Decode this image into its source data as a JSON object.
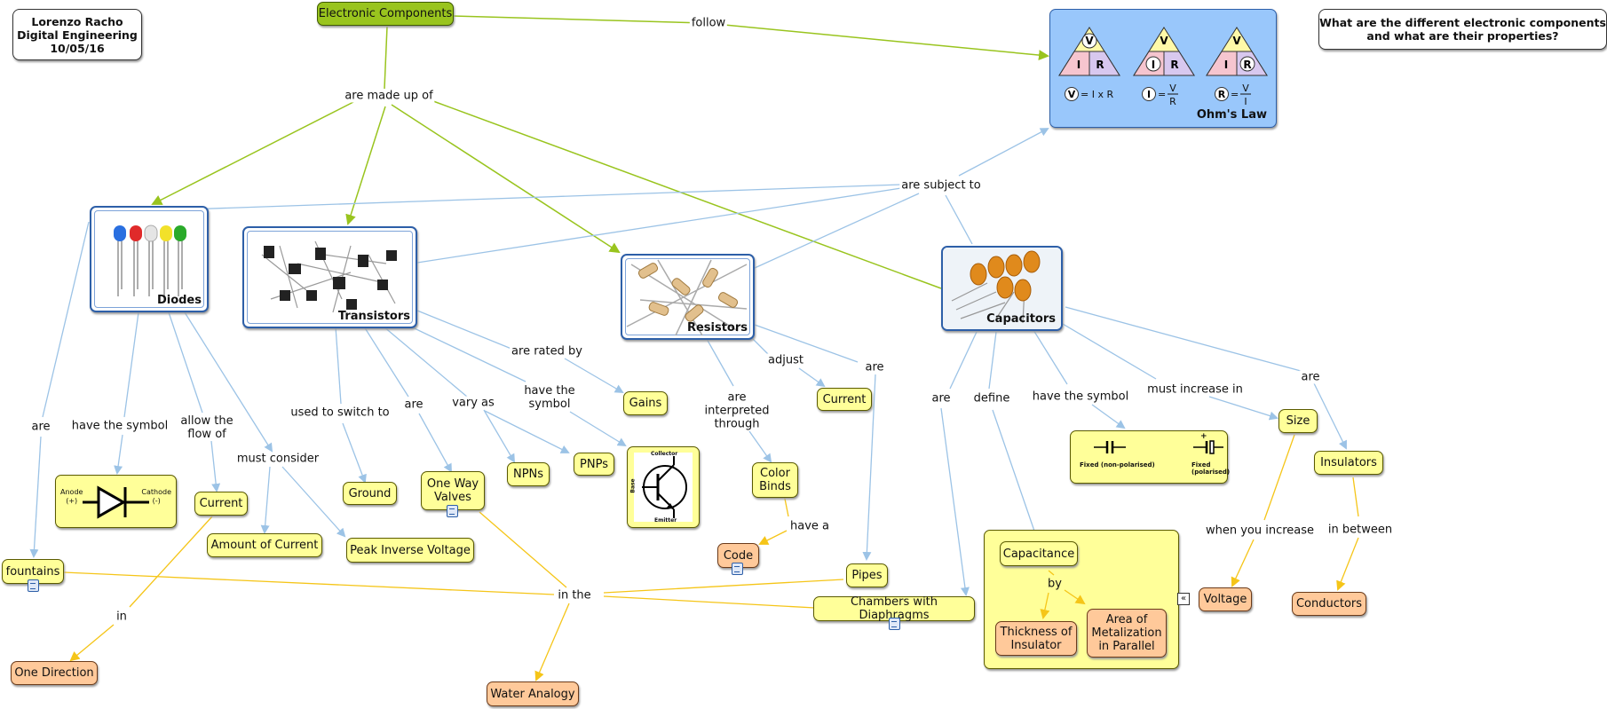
{
  "header": {
    "author": "Lorenzo Racho\nDigital Engineering\n10/05/16",
    "question": "What are the different electronic components\nand what are their properties?"
  },
  "nodes": {
    "root": "Electronic Components",
    "diodes": "Diodes",
    "transistors": "Transistors",
    "resistors": "Resistors",
    "capacitors": "Capacitors",
    "fountains": "fountains",
    "current_diode": "Current",
    "amount_current": "Amount of Current",
    "peak_voltage": "Peak Inverse Voltage",
    "ground": "Ground",
    "one_way_valves": "One Way\nValves",
    "npns": "NPNs",
    "pnps": "PNPs",
    "gains": "Gains",
    "current_res": "Current",
    "color_binds": "Color\nBinds",
    "code": "Code",
    "pipes": "Pipes",
    "chambers": "Chambers with Diaphragms",
    "water_analogy": "Water Analogy",
    "one_direction": "One Direction",
    "capacitance": "Capacitance",
    "thickness": "Thickness of\nInsulator",
    "area": "Area of\nMetalization\nin Parallel",
    "size": "Size",
    "insulators": "Insulators",
    "voltage": "Voltage",
    "conductors": "Conductors"
  },
  "link_labels": {
    "follow": "follow",
    "made_up": "are made up of",
    "subject_to": "are subject to",
    "are_fountains": "are",
    "have_symbol_diode": "have the symbol",
    "allow_flow": "allow the\nflow of",
    "must_consider": "must consider",
    "used_switch": "used to switch to",
    "are_valves": "are",
    "vary_as": "vary as",
    "have_symbol_trans": "have the\nsymbol",
    "rated_by": "are rated by",
    "interpreted": "are\ninterpreted\nthrough",
    "adjust": "adjust",
    "are_pipes": "are",
    "have_a": "have a",
    "in_the": "in the",
    "in": "in",
    "are_chambers": "are",
    "define": "define",
    "have_symbol_cap": "have the symbol",
    "must_increase": "must increase in",
    "are_insulators": "are",
    "when_increase": "when you increase",
    "in_between": "in between",
    "by": "by"
  },
  "ohms_law": {
    "title": "Ohm's Law",
    "v": "V",
    "i": "I",
    "r": "R",
    "eq1_rhs": "= I x R",
    "eq2_num": "V",
    "eq2_den": "R",
    "eq3_num": "V",
    "eq3_den": "I"
  },
  "diode_symbol": {
    "anode": "Anode\n(+)",
    "cathode": "Cathode\n(-)"
  },
  "transistor_symbol": {
    "collector": "Collector",
    "base": "Base",
    "emitter": "Emitter"
  },
  "capacitor_symbol": {
    "fixed_np": "Fixed (non-polarised)",
    "fixed_p": "Fixed (polarised)",
    "plus": "+"
  },
  "colors": {
    "blue_link": "#9cc3e6",
    "green_link": "#99c41e",
    "yellow_link": "#f5c518",
    "ohm_bg": "#99c7fb"
  }
}
